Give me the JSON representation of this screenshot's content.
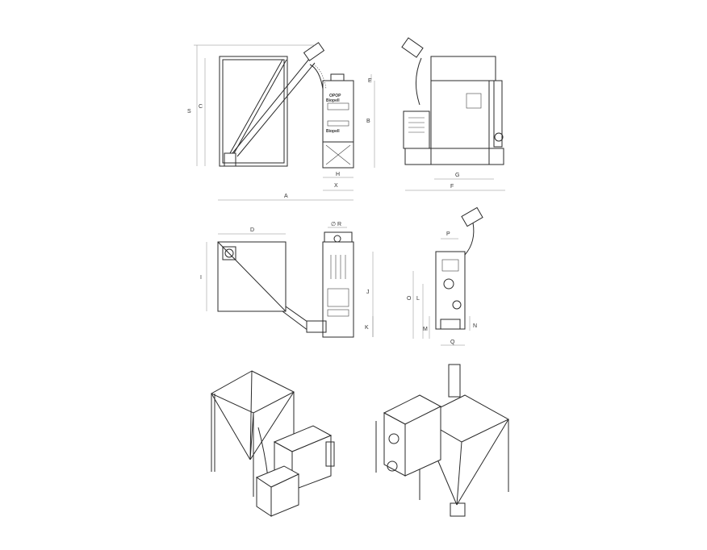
{
  "dimension_labels": {
    "A": "A",
    "B": "B",
    "C": "C",
    "D": "D",
    "E": "E",
    "F": "F",
    "G": "G",
    "H": "H",
    "I": "I",
    "J": "J",
    "K": "K",
    "L": "L",
    "M": "M",
    "N": "N",
    "O": "O",
    "P": "P",
    "Q": "Q",
    "R": "R",
    "S": "S",
    "X": "X",
    "R_prefix": "∅"
  },
  "brand": {
    "name": "OPOP",
    "model": "Biopell"
  },
  "colors": {
    "line": "#2a2a2a",
    "dimension": "#888888",
    "background": "#ffffff"
  }
}
